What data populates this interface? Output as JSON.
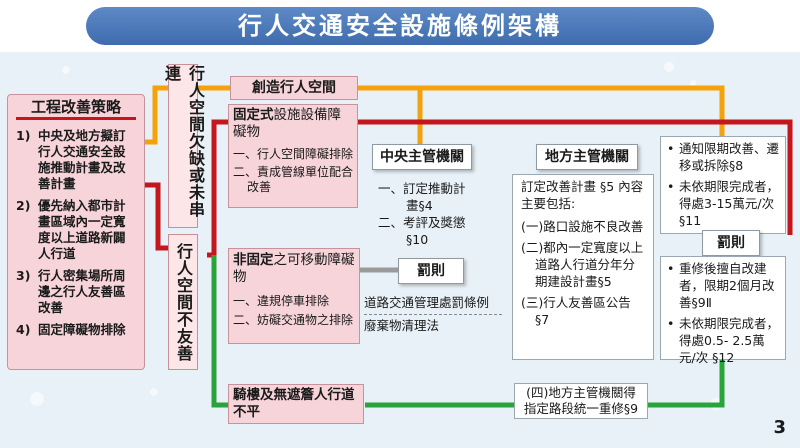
{
  "title": "行人交通安全設施條例架構",
  "strategy": {
    "title": "工程改善策略",
    "items": [
      {
        "num": "1)",
        "text": "中央及地方擬訂行人交通安全設施推動計畫及改善計畫"
      },
      {
        "num": "2)",
        "text": "優先納入都市計畫區域內一定寬度以上道路新闢人行道"
      },
      {
        "num": "3)",
        "text": "行人密集場所周邊之行人友善區改善"
      },
      {
        "num": "4)",
        "text": "固定障礙物排除"
      }
    ]
  },
  "vertical_labels": {
    "missing": "行人空間欠缺或未串連",
    "unfriendly": "行人空間不友善"
  },
  "create_space": "創造行人空間",
  "fixed": {
    "title_prefix": "固定式",
    "title_rest": "設施設備障礙物",
    "items": [
      "一、行人空間障礙排除",
      "二、責成管線單位配合改善"
    ]
  },
  "nonfixed": {
    "title_prefix": "非固定",
    "title_rest": "之可移動障礙物",
    "items": [
      "一、違規停車排除",
      "二、妨礙交通物之排除"
    ]
  },
  "penalty_mid": {
    "title": "罰則",
    "items": [
      "道路交通管理處罰條例",
      "廢棄物清理法"
    ]
  },
  "arcade": "騎樓及無遮簷人行道不平",
  "central": {
    "title": "中央主管機關",
    "items": [
      "一、訂定推動計畫§4",
      "二、考評及獎懲§10"
    ]
  },
  "local": {
    "title": "地方主管機關",
    "intro": "訂定改善計畫 §5 內容主要包括:",
    "items": [
      "(一)路口設施不良改善",
      "(二)都內一定寬度以上道路人行道分年分期建設計畫§5",
      "(三)行人友善區公告 §7"
    ]
  },
  "arcade_note": "(四)地方主管機關得指定路段統一重修§9",
  "right_top": {
    "items": [
      "通知限期改善、遷移或拆除§8",
      "未依期限完成者，得處3-15萬元/次 §11"
    ]
  },
  "penalty_right": {
    "title": "罰則",
    "items": [
      "重修後擅自改建者，限期2個月改善§9Ⅱ",
      "未依期限完成者，得處0.5- 2.5萬元/次 §12"
    ]
  },
  "page_number": "3",
  "colors": {
    "orange": "#f5a20a",
    "red": "#c4161c",
    "green": "#2aa33a",
    "gray": "#9a9a9a",
    "title": "#4a78b8"
  }
}
